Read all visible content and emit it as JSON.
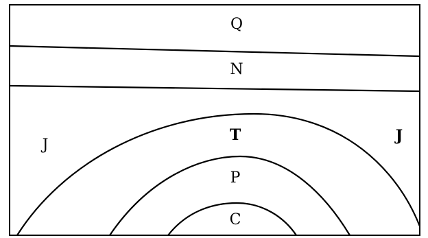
{
  "diagram": {
    "layers": {
      "top": "Q",
      "middle": "N"
    },
    "fold": {
      "outer_left": "J",
      "outer_right": "J",
      "band_1": "T",
      "band_2": "P",
      "core": "C"
    }
  }
}
